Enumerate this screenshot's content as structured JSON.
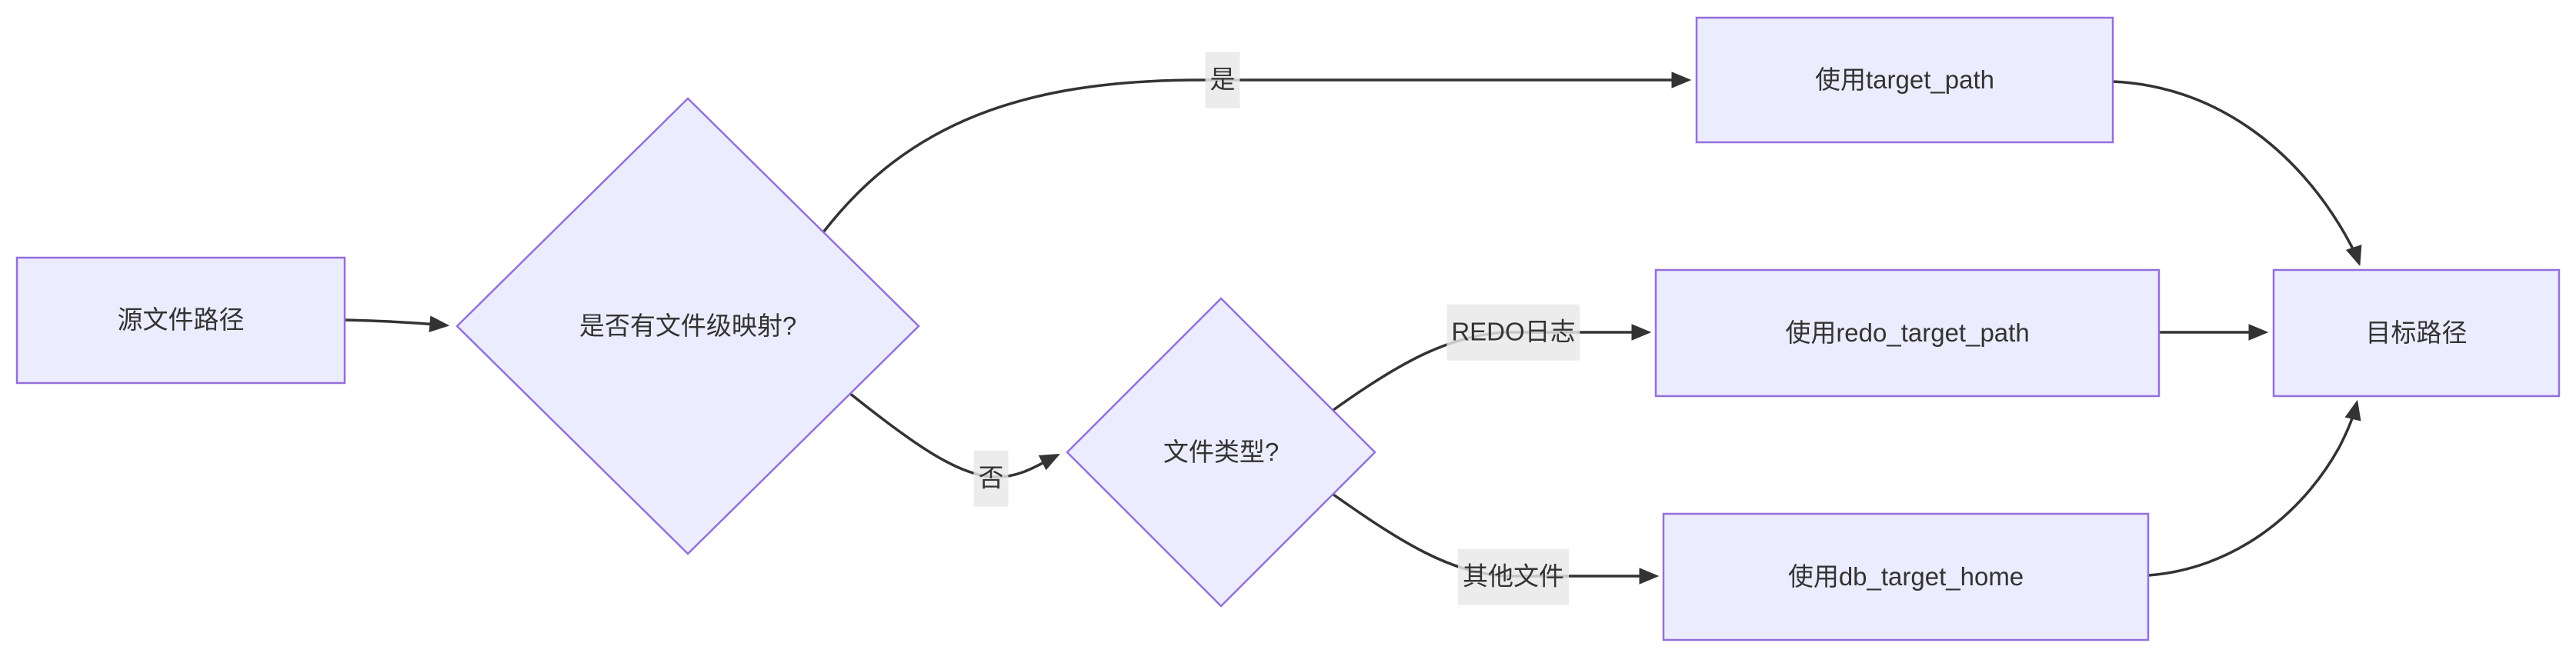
{
  "diagram": {
    "type": "flowchart",
    "direction": "left-to-right",
    "colors": {
      "background": "#ffffff",
      "node_fill": "#ECECFF",
      "node_border": "#9370DB",
      "edge": "#333333",
      "text": "#333333",
      "edge_label_bg": "#e8e8e8"
    },
    "nodes": [
      {
        "id": "source-path",
        "shape": "rect",
        "label": "源文件路径"
      },
      {
        "id": "has-file-mapping",
        "shape": "diamond",
        "label": "是否有文件级映射?"
      },
      {
        "id": "file-type",
        "shape": "diamond",
        "label": "文件类型?"
      },
      {
        "id": "use-target-path",
        "shape": "rect",
        "label": "使用target_path"
      },
      {
        "id": "use-redo-target-path",
        "shape": "rect",
        "label": "使用redo_target_path"
      },
      {
        "id": "use-db-target-home",
        "shape": "rect",
        "label": "使用db_target_home"
      },
      {
        "id": "target-path",
        "shape": "rect",
        "label": "目标路径"
      }
    ],
    "edges": [
      {
        "from": "source-path",
        "to": "has-file-mapping",
        "label": ""
      },
      {
        "from": "has-file-mapping",
        "to": "use-target-path",
        "label": "是"
      },
      {
        "from": "has-file-mapping",
        "to": "file-type",
        "label": "否"
      },
      {
        "from": "file-type",
        "to": "use-redo-target-path",
        "label": "REDO日志"
      },
      {
        "from": "file-type",
        "to": "use-db-target-home",
        "label": "其他文件"
      },
      {
        "from": "use-target-path",
        "to": "target-path",
        "label": ""
      },
      {
        "from": "use-redo-target-path",
        "to": "target-path",
        "label": ""
      },
      {
        "from": "use-db-target-home",
        "to": "target-path",
        "label": ""
      }
    ]
  }
}
